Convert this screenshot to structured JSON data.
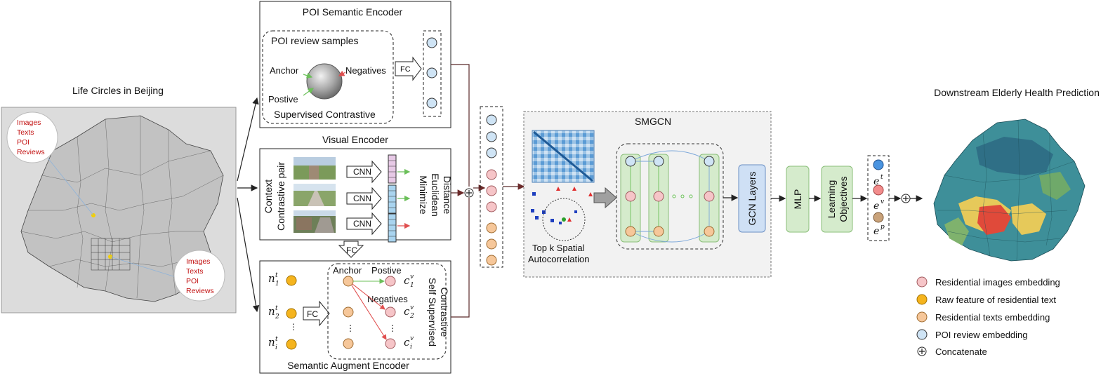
{
  "left_panel": {
    "title": "Life Circles in Beijing",
    "bubble_labels": [
      "Images",
      "Texts",
      "POI",
      "Reviews"
    ]
  },
  "poi_encoder": {
    "title": "POI Semantic Encoder",
    "samples_label": "POI review samples",
    "anchor": "Anchor",
    "negatives": "Negatives",
    "positive": "Postive",
    "contrastive": "Supervised Contrastive",
    "fc": "FC"
  },
  "visual_encoder": {
    "title": "Visual Encoder",
    "context_pair": [
      "Context",
      "Contrastive pair"
    ],
    "cnn": "CNN",
    "objective": [
      "Minimize",
      "Euclidean",
      "Distance"
    ],
    "fc": "FC"
  },
  "semantic_encoder": {
    "title": "Semantic Augment Encoder",
    "fc": "FC",
    "anchor": "Anchor",
    "positive": "Postive",
    "negatives": "Negatives",
    "contrastive": [
      "Self Supervised",
      "Contrastive"
    ],
    "node_n": "n",
    "node_c": "c",
    "sub_1": "1",
    "sub_2": "2",
    "sub_i": "i",
    "sup_t": "t",
    "sup_v": "v"
  },
  "smgcn": {
    "title": "SMGCN",
    "spatial_label": [
      "Top k  Spatial",
      "Autocorrelation"
    ],
    "gcn_layers": "GCN Layers",
    "mlp": "MLP",
    "learning_objectives": [
      "Learning",
      "Objectives"
    ]
  },
  "output_embeddings": {
    "e": "e",
    "sup_t": "t",
    "sup_v": "v",
    "sup_p": "p"
  },
  "right_panel": {
    "title": "Downstream Elderly Health Prediction"
  },
  "legend": [
    {
      "label": "Residential images embedding",
      "color": "#f6c5c8"
    },
    {
      "label": "Raw feature of residential text",
      "color": "#f5b41e"
    },
    {
      "label": "Residential texts embedding",
      "color": "#f6c79a"
    },
    {
      "label": "POI review embedding",
      "color": "#cfe4f5"
    },
    {
      "label": "Concatenate",
      "color": "#ffffff"
    }
  ],
  "colors": {
    "pink": "#f6c5c8",
    "orange_raw": "#f5b41e",
    "orange_light": "#f6c79a",
    "blue_light": "#cfe4f5",
    "green_panel": "#d5ebcc",
    "blue_panel": "#cfe0f5",
    "map_gray": "#c9c9c9",
    "smgcn_bg": "#f2f2f2"
  }
}
